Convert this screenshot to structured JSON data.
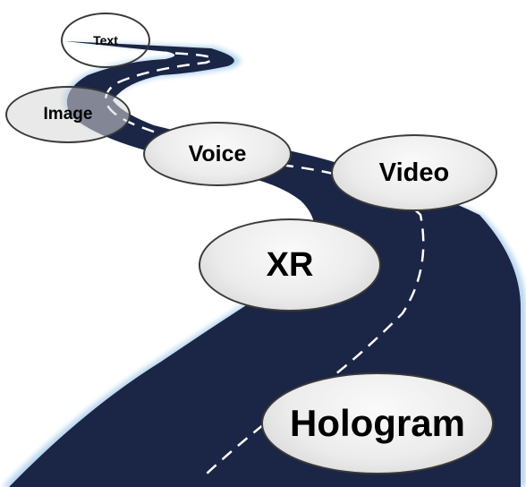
{
  "diagram": {
    "stages": [
      {
        "label": "Text"
      },
      {
        "label": "Image"
      },
      {
        "label": "Voice"
      },
      {
        "label": "Video"
      },
      {
        "label": "XR"
      },
      {
        "label": "Hologram"
      }
    ]
  },
  "colors": {
    "road": "#1b2545",
    "road_glow": "#b9d7ef",
    "lane_marking": "#ffffff",
    "bubble_border": "#3a3a3a",
    "text": "#000000"
  }
}
